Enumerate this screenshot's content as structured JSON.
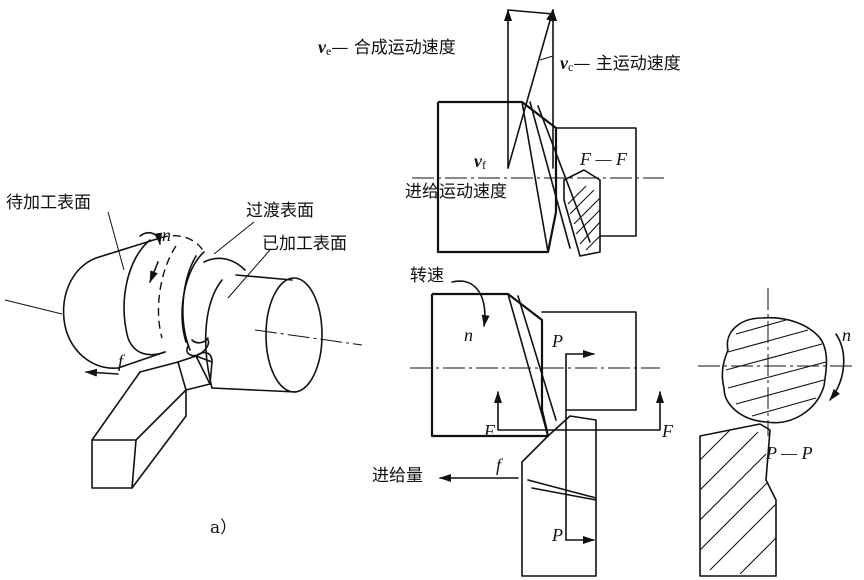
{
  "labels": {
    "unmachined_surface": "待加工表面",
    "transition_surface": "过渡表面",
    "machined_surface": "已加工表面",
    "n": "n",
    "f": "f",
    "fig_a": "a）",
    "ve_symbol": "v",
    "ve_sub": "e",
    "ve_text": "— 合成运动速度",
    "vc_symbol": "v",
    "vc_sub": "c",
    "vc_text": "— 主运动速度",
    "vf_symbol": "v",
    "vf_sub": "f",
    "feed_speed": "进给运动速度",
    "section_ff": "F — F",
    "spindle_speed": "转速",
    "feed": "进给量",
    "P": "P",
    "F": "F",
    "section_pp": "P — P"
  }
}
